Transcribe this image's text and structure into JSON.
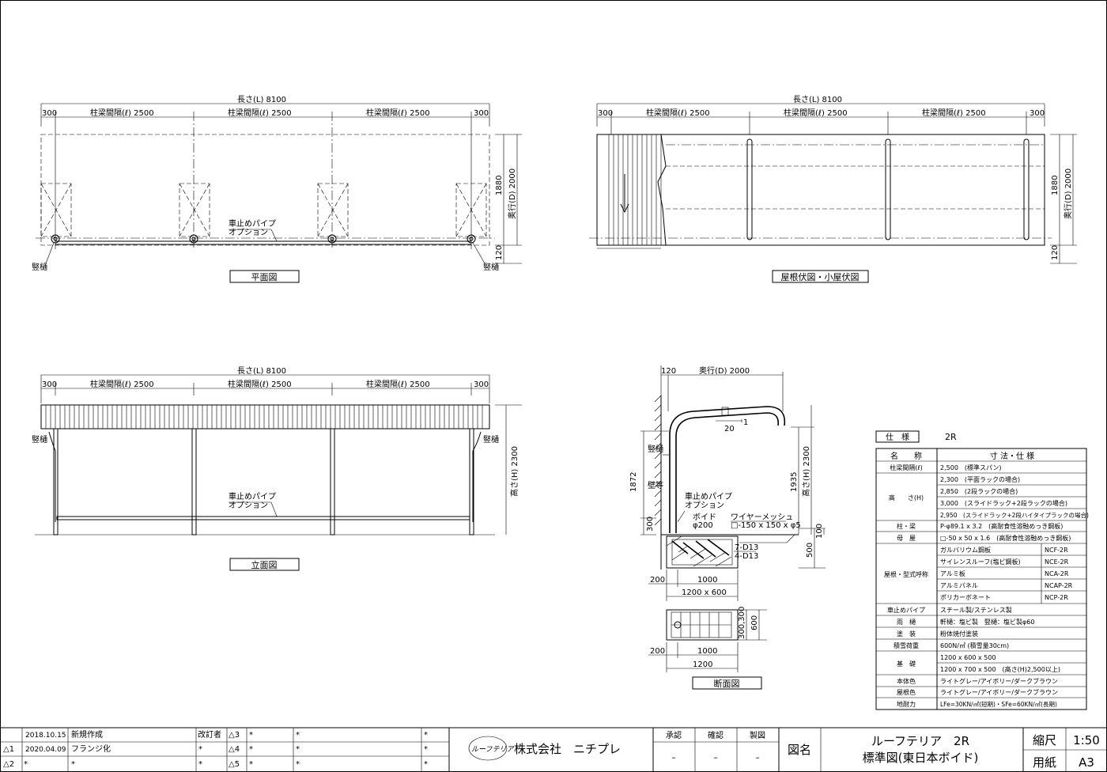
{
  "dims": {
    "length": "長さ(L) 8100",
    "span": "柱梁間隔(ℓ) 2500",
    "s300": "300",
    "depth2000": "奥行(D) 2000",
    "d1880": "1880",
    "d120": "120",
    "h2300": "高さ(H) 2300",
    "h1935": "1935",
    "h1872": "1872",
    "h300": "300",
    "h500": "500",
    "h100": "100",
    "slope": "20",
    "slope1": "1",
    "w200": "200",
    "w1000": "1000",
    "w1200x600": "1200 x 600",
    "w1200": "1200",
    "f300a": "300,300",
    "f600": "600"
  },
  "labels": {
    "downspout": "竪樋",
    "stopper1": "車止めパイプ",
    "stopper2": "オプション",
    "void1": "ボイド",
    "void2": "φ200",
    "mesh1": "ワイヤーメッシュ",
    "mesh2": "□-150 x 150 x φ5",
    "rebar1": "7-D13",
    "rebar2": "4-D13",
    "wall": "壁等"
  },
  "titles": {
    "plan": "平面図",
    "roof": "屋根伏図・小屋伏図",
    "elevation": "立面図",
    "section": "断面図"
  },
  "spec": {
    "header_label": "仕　様",
    "header_value": "2R",
    "col_name": "名　　称",
    "col_spec": "寸 法・仕 様",
    "rows": [
      {
        "name": "柱梁間隔(ℓ)",
        "value": "2,500　(標準スパン)"
      },
      {
        "name": "高　　さ(H)",
        "value": "2,300　(平面ラックの場合)"
      },
      {
        "name": "",
        "value": "2,850　(2段ラックの場合)"
      },
      {
        "name": "",
        "value": "3,000　(スライドラック+2段ラックの場合)"
      },
      {
        "name": "",
        "value": "2,950　(スライドラック+2段ハイタイプラックの場合)"
      },
      {
        "name": "柱・梁",
        "value": "P-φ89.1 x 3.2　(高耐食性溶融めっき鋼板)"
      },
      {
        "name": "母　屋",
        "value": "□-50 x 50 x 1.6　(高耐食性溶融めっき鋼板)"
      },
      {
        "name": "屋根・型式呼称",
        "value": "ガルバリウム鋼板",
        "code": "NCF-2R"
      },
      {
        "name": "",
        "value": "サイレンスルーフ(塩ビ鋼板)",
        "code": "NCE-2R"
      },
      {
        "name": "",
        "value": "アルミ板",
        "code": "NCA-2R"
      },
      {
        "name": "",
        "value": "アルミパネル",
        "code": "NCAP-2R"
      },
      {
        "name": "",
        "value": "ポリカーボネート",
        "code": "NCP-2R"
      },
      {
        "name": "車止めパイプ",
        "value": "スチール製/ステンレス製"
      },
      {
        "name": "雨　樋",
        "value": "軒樋：塩ビ製　竪樋：塩ビ製φ60"
      },
      {
        "name": "塗　装",
        "value": "粉体焼付塗装"
      },
      {
        "name": "積雪荷重",
        "value": "600N/㎡ (積雪量30cm)"
      },
      {
        "name": "基　礎",
        "value": "1200 x 600 x 500"
      },
      {
        "name": "",
        "value": "1200 x 700 x 500　(高さ(H)2,500以上)"
      },
      {
        "name": "本体色",
        "value": "ライトグレー/アイボリー/ダークブラウン"
      },
      {
        "name": "屋根色",
        "value": "ライトグレー/アイボリー/ダークブラウン"
      },
      {
        "name": "地耐力",
        "value": "LFe=30KN/㎡(短期)・SFe=60KN/㎡(長期)"
      }
    ]
  },
  "titleblock": {
    "rev1_date": "2018.10.15",
    "rev1_note": "新規作成",
    "rev2_mark": "△1",
    "rev2_date": "2020.04.09",
    "rev2_note": "フランジ化",
    "rev3_mark": "△2",
    "star": "*",
    "reviser": "改訂者",
    "d3": "△3",
    "d4": "△4",
    "d5": "△5",
    "logo": "ルーフテリア",
    "company": "株式会社　ニチプレ",
    "approve": "承認",
    "check": "確認",
    "draw": "製図",
    "dash": "–",
    "drawing_label": "図名",
    "drawing_name1": "ルーフテリア　2R",
    "drawing_name2": "標準図(東日本ボイド)",
    "scale_label": "縮尺",
    "scale_value": "1:50",
    "paper_label": "用紙",
    "paper_value": "A3"
  }
}
